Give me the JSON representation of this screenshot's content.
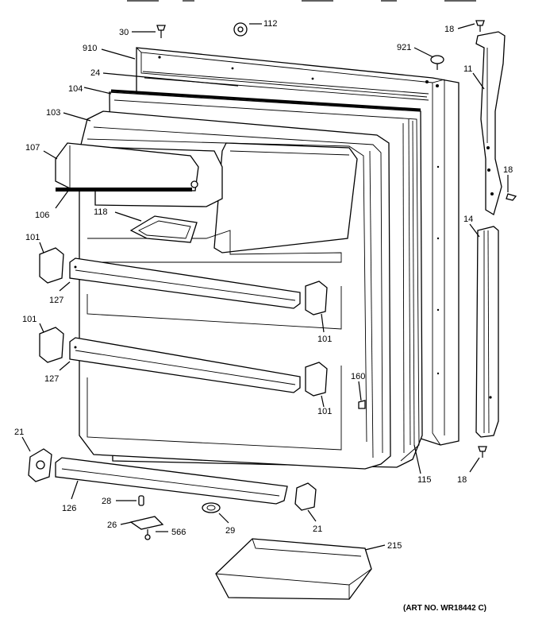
{
  "diagram": {
    "callouts": [
      {
        "id": "c30",
        "text": "30"
      },
      {
        "id": "c112",
        "text": "112"
      },
      {
        "id": "c18a",
        "text": "18"
      },
      {
        "id": "c910",
        "text": "910"
      },
      {
        "id": "c921",
        "text": "921"
      },
      {
        "id": "c24",
        "text": "24"
      },
      {
        "id": "c11",
        "text": "11"
      },
      {
        "id": "c104",
        "text": "104"
      },
      {
        "id": "c103",
        "text": "103"
      },
      {
        "id": "c107",
        "text": "107"
      },
      {
        "id": "c18b",
        "text": "18"
      },
      {
        "id": "c106",
        "text": "106"
      },
      {
        "id": "c118",
        "text": "118"
      },
      {
        "id": "c14",
        "text": "14"
      },
      {
        "id": "c101a",
        "text": "101"
      },
      {
        "id": "c127a",
        "text": "127"
      },
      {
        "id": "c101b",
        "text": "101"
      },
      {
        "id": "c101c",
        "text": "101"
      },
      {
        "id": "c127b",
        "text": "127"
      },
      {
        "id": "c160",
        "text": "160"
      },
      {
        "id": "c101d",
        "text": "101"
      },
      {
        "id": "c21a",
        "text": "21"
      },
      {
        "id": "c115",
        "text": "115"
      },
      {
        "id": "c18c",
        "text": "18"
      },
      {
        "id": "c126",
        "text": "126"
      },
      {
        "id": "c28",
        "text": "28"
      },
      {
        "id": "c26",
        "text": "26"
      },
      {
        "id": "c566",
        "text": "566"
      },
      {
        "id": "c29",
        "text": "29"
      },
      {
        "id": "c21b",
        "text": "21"
      },
      {
        "id": "c215",
        "text": "215"
      }
    ],
    "art_number": "(ART NO. WR18442 C)"
  }
}
